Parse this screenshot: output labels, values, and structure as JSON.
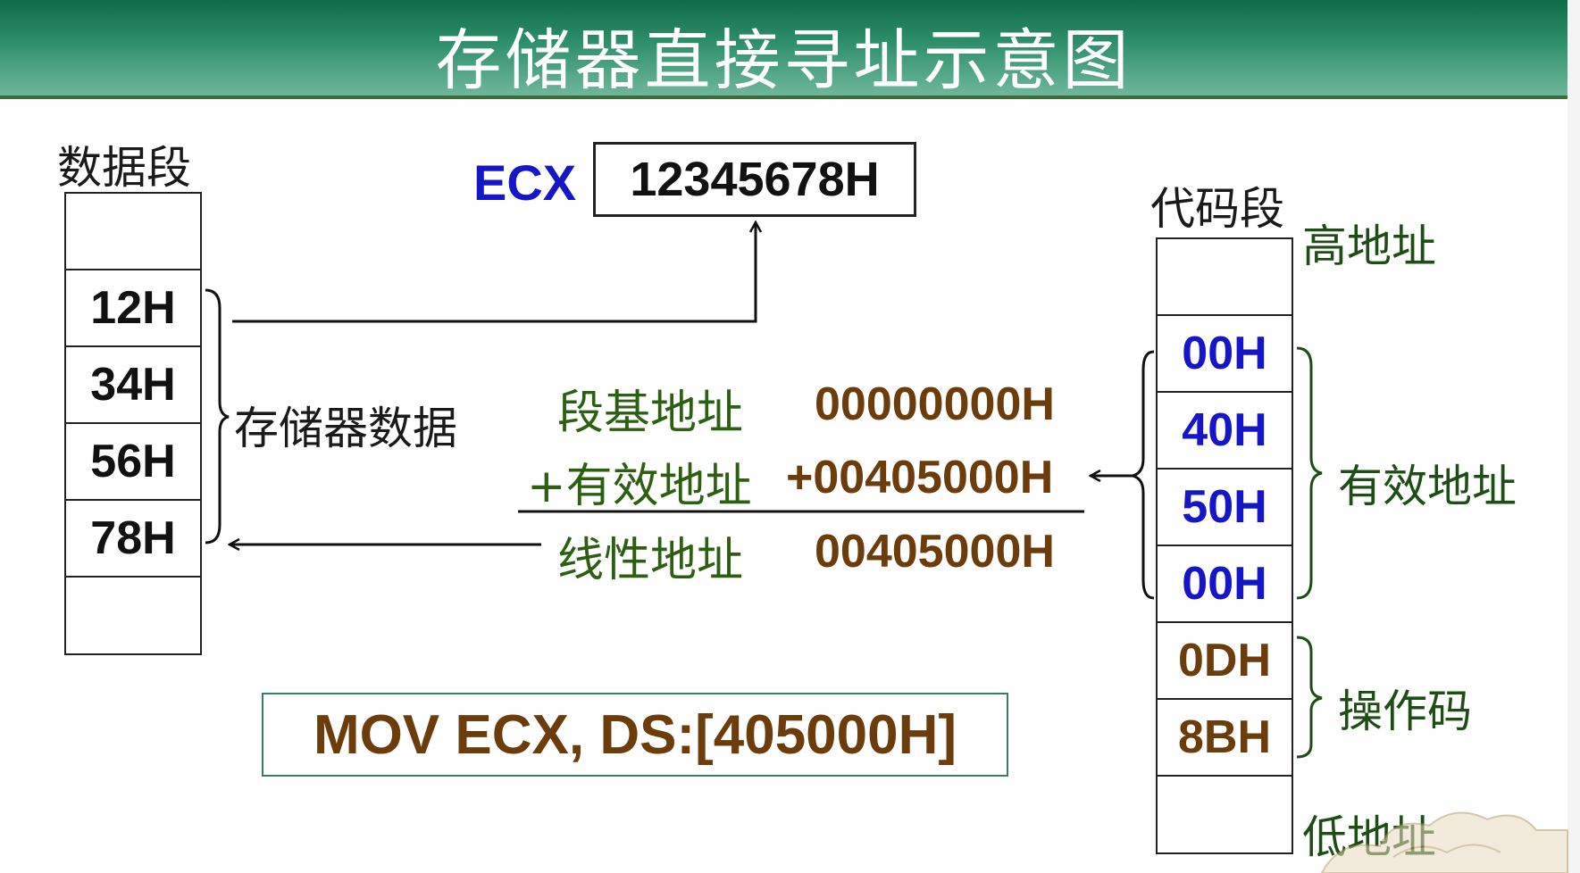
{
  "title": "存储器直接寻址示意图",
  "data_segment": {
    "label": "数据段",
    "cells": [
      "",
      "12H",
      "34H",
      "56H",
      "78H",
      ""
    ],
    "brace_label": "存储器数据"
  },
  "register": {
    "name": "ECX",
    "value": "12345678H"
  },
  "address_calc": {
    "rows": [
      {
        "label": "段基地址",
        "value": "00000000H"
      },
      {
        "label": "+有效地址",
        "value": "+00405000H"
      },
      {
        "label": "线性地址",
        "value": "00405000H"
      }
    ]
  },
  "code_segment": {
    "label": "代码段",
    "high_label": "高地址",
    "low_label": "低地址",
    "cells": [
      "",
      "00H",
      "40H",
      "50H",
      "00H",
      "0DH",
      "8BH",
      ""
    ],
    "ea_label": "有效地址",
    "opcode_label": "操作码"
  },
  "instruction": "MOV ECX, DS:[405000H]",
  "colors": {
    "header": "#0f6b48",
    "blue_text": "#1616c8",
    "brown_text": "#6b3c0c",
    "green_text": "#2d5f12"
  }
}
